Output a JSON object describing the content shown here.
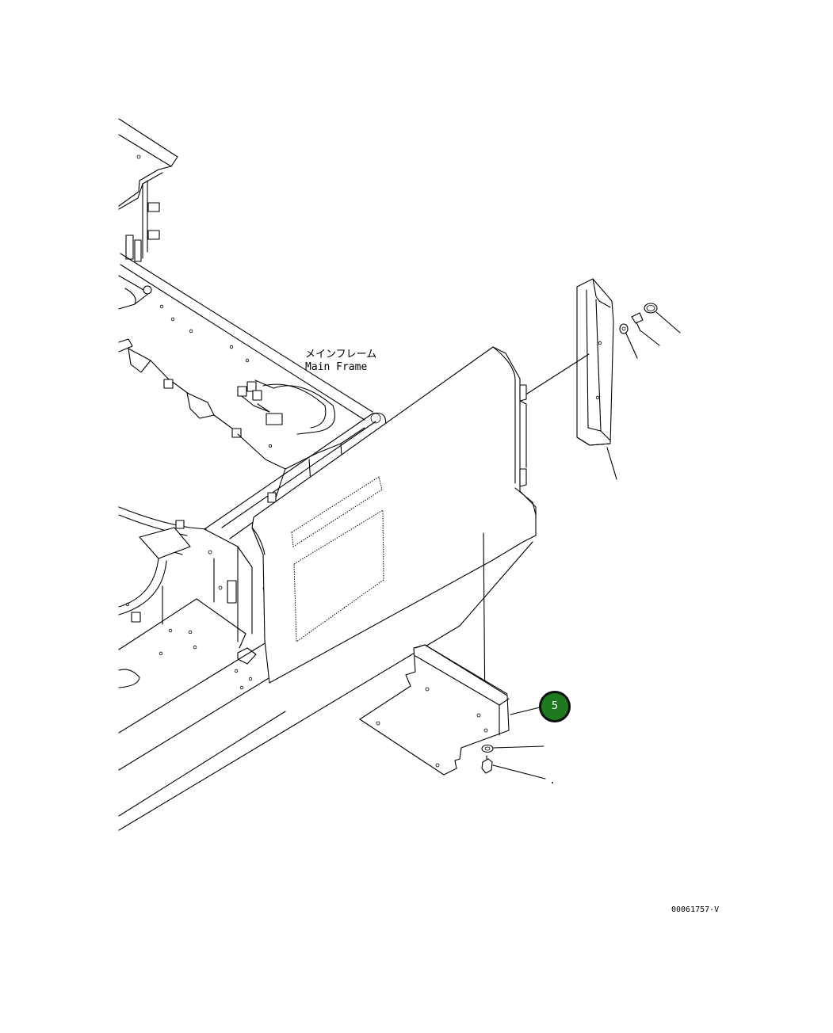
{
  "labels": {
    "main_frame_jp": "メインフレーム",
    "main_frame_en": "Main Frame"
  },
  "callouts": [
    {
      "number": "5",
      "color": "#1f7a1f"
    }
  ],
  "drawing_number": "00061757-V"
}
